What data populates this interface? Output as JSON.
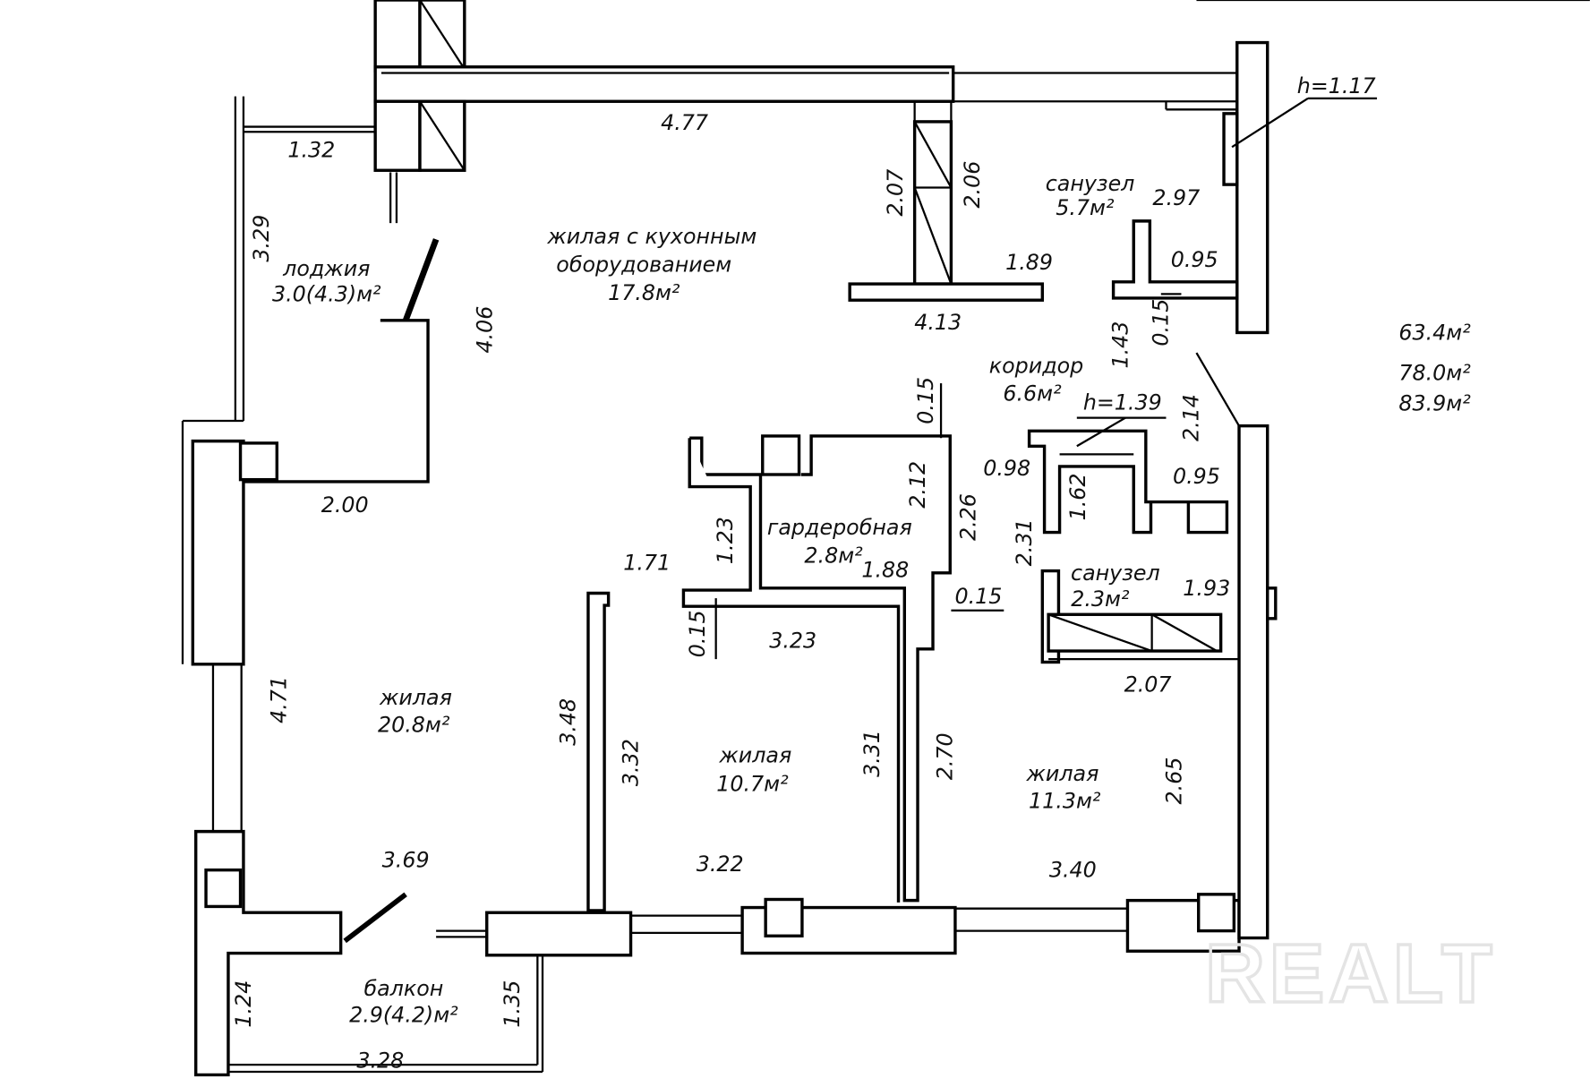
{
  "rooms": {
    "loggia": {
      "name": "лоджия",
      "area": "3.0(4.3)м²"
    },
    "kitchen_living": {
      "name1": "жилая с кухонным",
      "name2": "оборудованием",
      "area": "17.8м²"
    },
    "bathroom_1": {
      "name": "санузел",
      "area": "5.7м²",
      "height": "h=1.17"
    },
    "corridor": {
      "name": "коридор",
      "area": "6.6м²",
      "height": "h=1.39"
    },
    "wardrobe": {
      "name": "гардеробная",
      "area": "2.8м²"
    },
    "bathroom_2": {
      "name": "санузел",
      "area": "2.3м²"
    },
    "living_1": {
      "name": "жилая",
      "area": "20.8м²"
    },
    "living_2": {
      "name": "жилая",
      "area": "10.7м²"
    },
    "living_3": {
      "name": "жилая",
      "area": "11.3м²"
    },
    "balcony": {
      "name": "балкон",
      "area": "2.9(4.2)м²"
    }
  },
  "totals": [
    "63.4м²",
    "78.0м²",
    "83.9м²"
  ],
  "dimensions_horizontal": [
    "1.32",
    "4.77",
    "1.89",
    "4.13",
    "0.95",
    "2.97",
    "0.98",
    "0.95",
    "2.00",
    "1.71",
    "1.88",
    "0.15",
    "3.23",
    "2.07",
    "1.93",
    "3.69",
    "3.22",
    "3.40",
    "3.28"
  ],
  "dimensions_vertical": [
    "3.29",
    "4.06",
    "2.07",
    "2.06",
    "1.43",
    "0.15",
    "0.15",
    "2.14",
    "2.12",
    "2.26",
    "1.62",
    "2.31",
    "1.23",
    "0.15",
    "3.48",
    "3.32",
    "3.31",
    "2.70",
    "2.65",
    "4.71",
    "1.24",
    "1.35"
  ],
  "watermark": "REALT"
}
